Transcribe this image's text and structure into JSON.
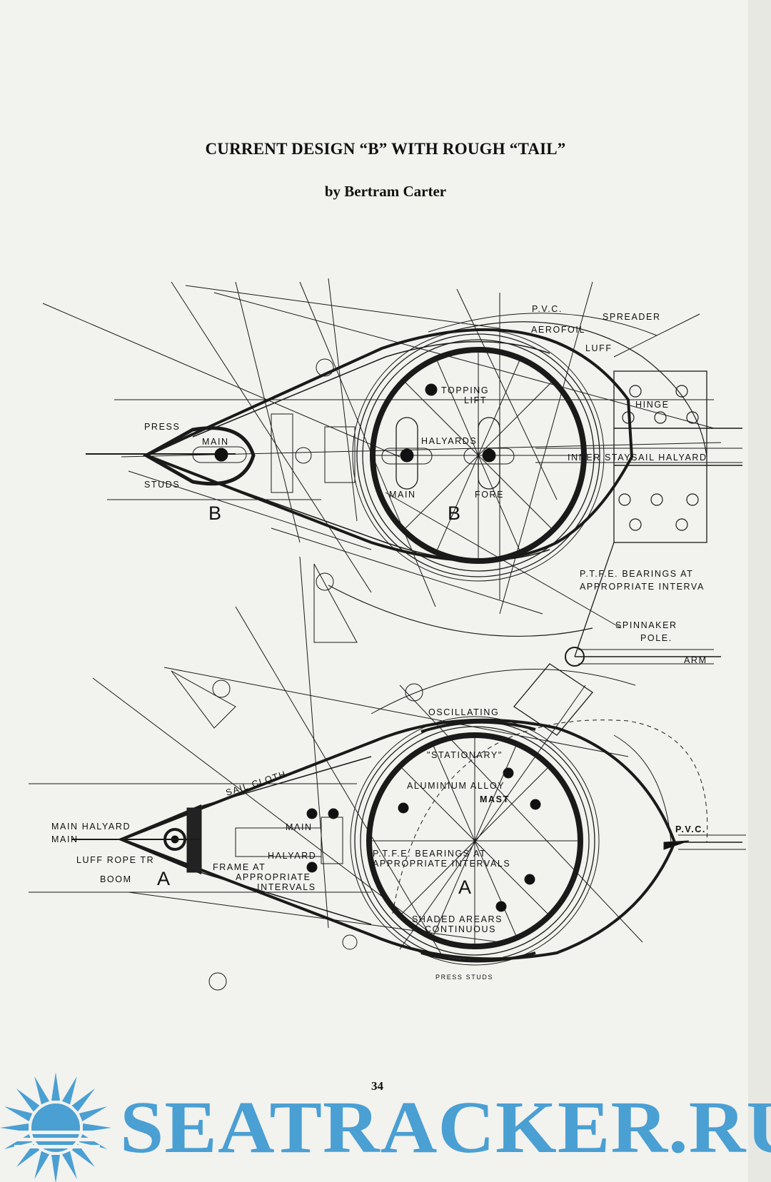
{
  "header": {
    "title": "CURRENT DESIGN “B” WITH ROUGH “TAIL”",
    "byline": "by Bertram Carter"
  },
  "diagram_b": {
    "letter_left": "B",
    "letter_center": "B",
    "labels": {
      "pvc": "P.V.C.",
      "spreader": "SPREADER",
      "aerofoil": "AEROFOIL",
      "luff": "LUFF",
      "topping_lift_1": "TOPPING",
      "topping_lift_2": "LIFT",
      "press": "PRESS",
      "main_small": "MAIN",
      "studs": "STUDS",
      "halyards": "HALYARDS",
      "main": "MAIN",
      "fore": "FORE",
      "hinge": "HINGE",
      "inner_staysail_halyard": "INNER STAYSAIL HALYARD",
      "ptfe_bearings_1": "P.T.F.E. BEARINGS AT",
      "ptfe_bearings_2": "APPROPRIATE INTERVA",
      "spinnaker_1": "SPINNAKER",
      "spinnaker_2": "POLE.",
      "arm": "ARM"
    }
  },
  "diagram_a": {
    "letter_left": "A",
    "letter_center": "A",
    "labels": {
      "oscillating": "OSCILLATING",
      "stationary": "\"STATIONARY\"",
      "sail_cloth": "SAIL CLOTH",
      "aluminium_alloy": "ALUMINIUM ALLOY",
      "mast": "MAST",
      "main_halyard": "MAIN HALYARD",
      "main_small": "MAIN",
      "main": "MAIN",
      "halyard": "HALYARD",
      "pvc": "P.V.C.",
      "luff_rope": "LUFF ROPE TR",
      "boom": "BOOM",
      "frame_at_1": "FRAME AT",
      "frame_at_2": "APPROPRIATE",
      "frame_at_3": "INTERVALS",
      "ptfe_1": "P.T.F.E. BEARINGS AT",
      "ptfe_2": "APPROPRIATE INTERVALS",
      "shaded_1": "SHADED AREARS",
      "shaded_2": "CONTINUOUS",
      "press_studs": "PRESS STUDS"
    }
  },
  "footer": {
    "page_number": "34"
  },
  "watermark": {
    "text": "SEATRACKER.RU",
    "color": "#4a9fd3",
    "icon": "sun-icon"
  }
}
